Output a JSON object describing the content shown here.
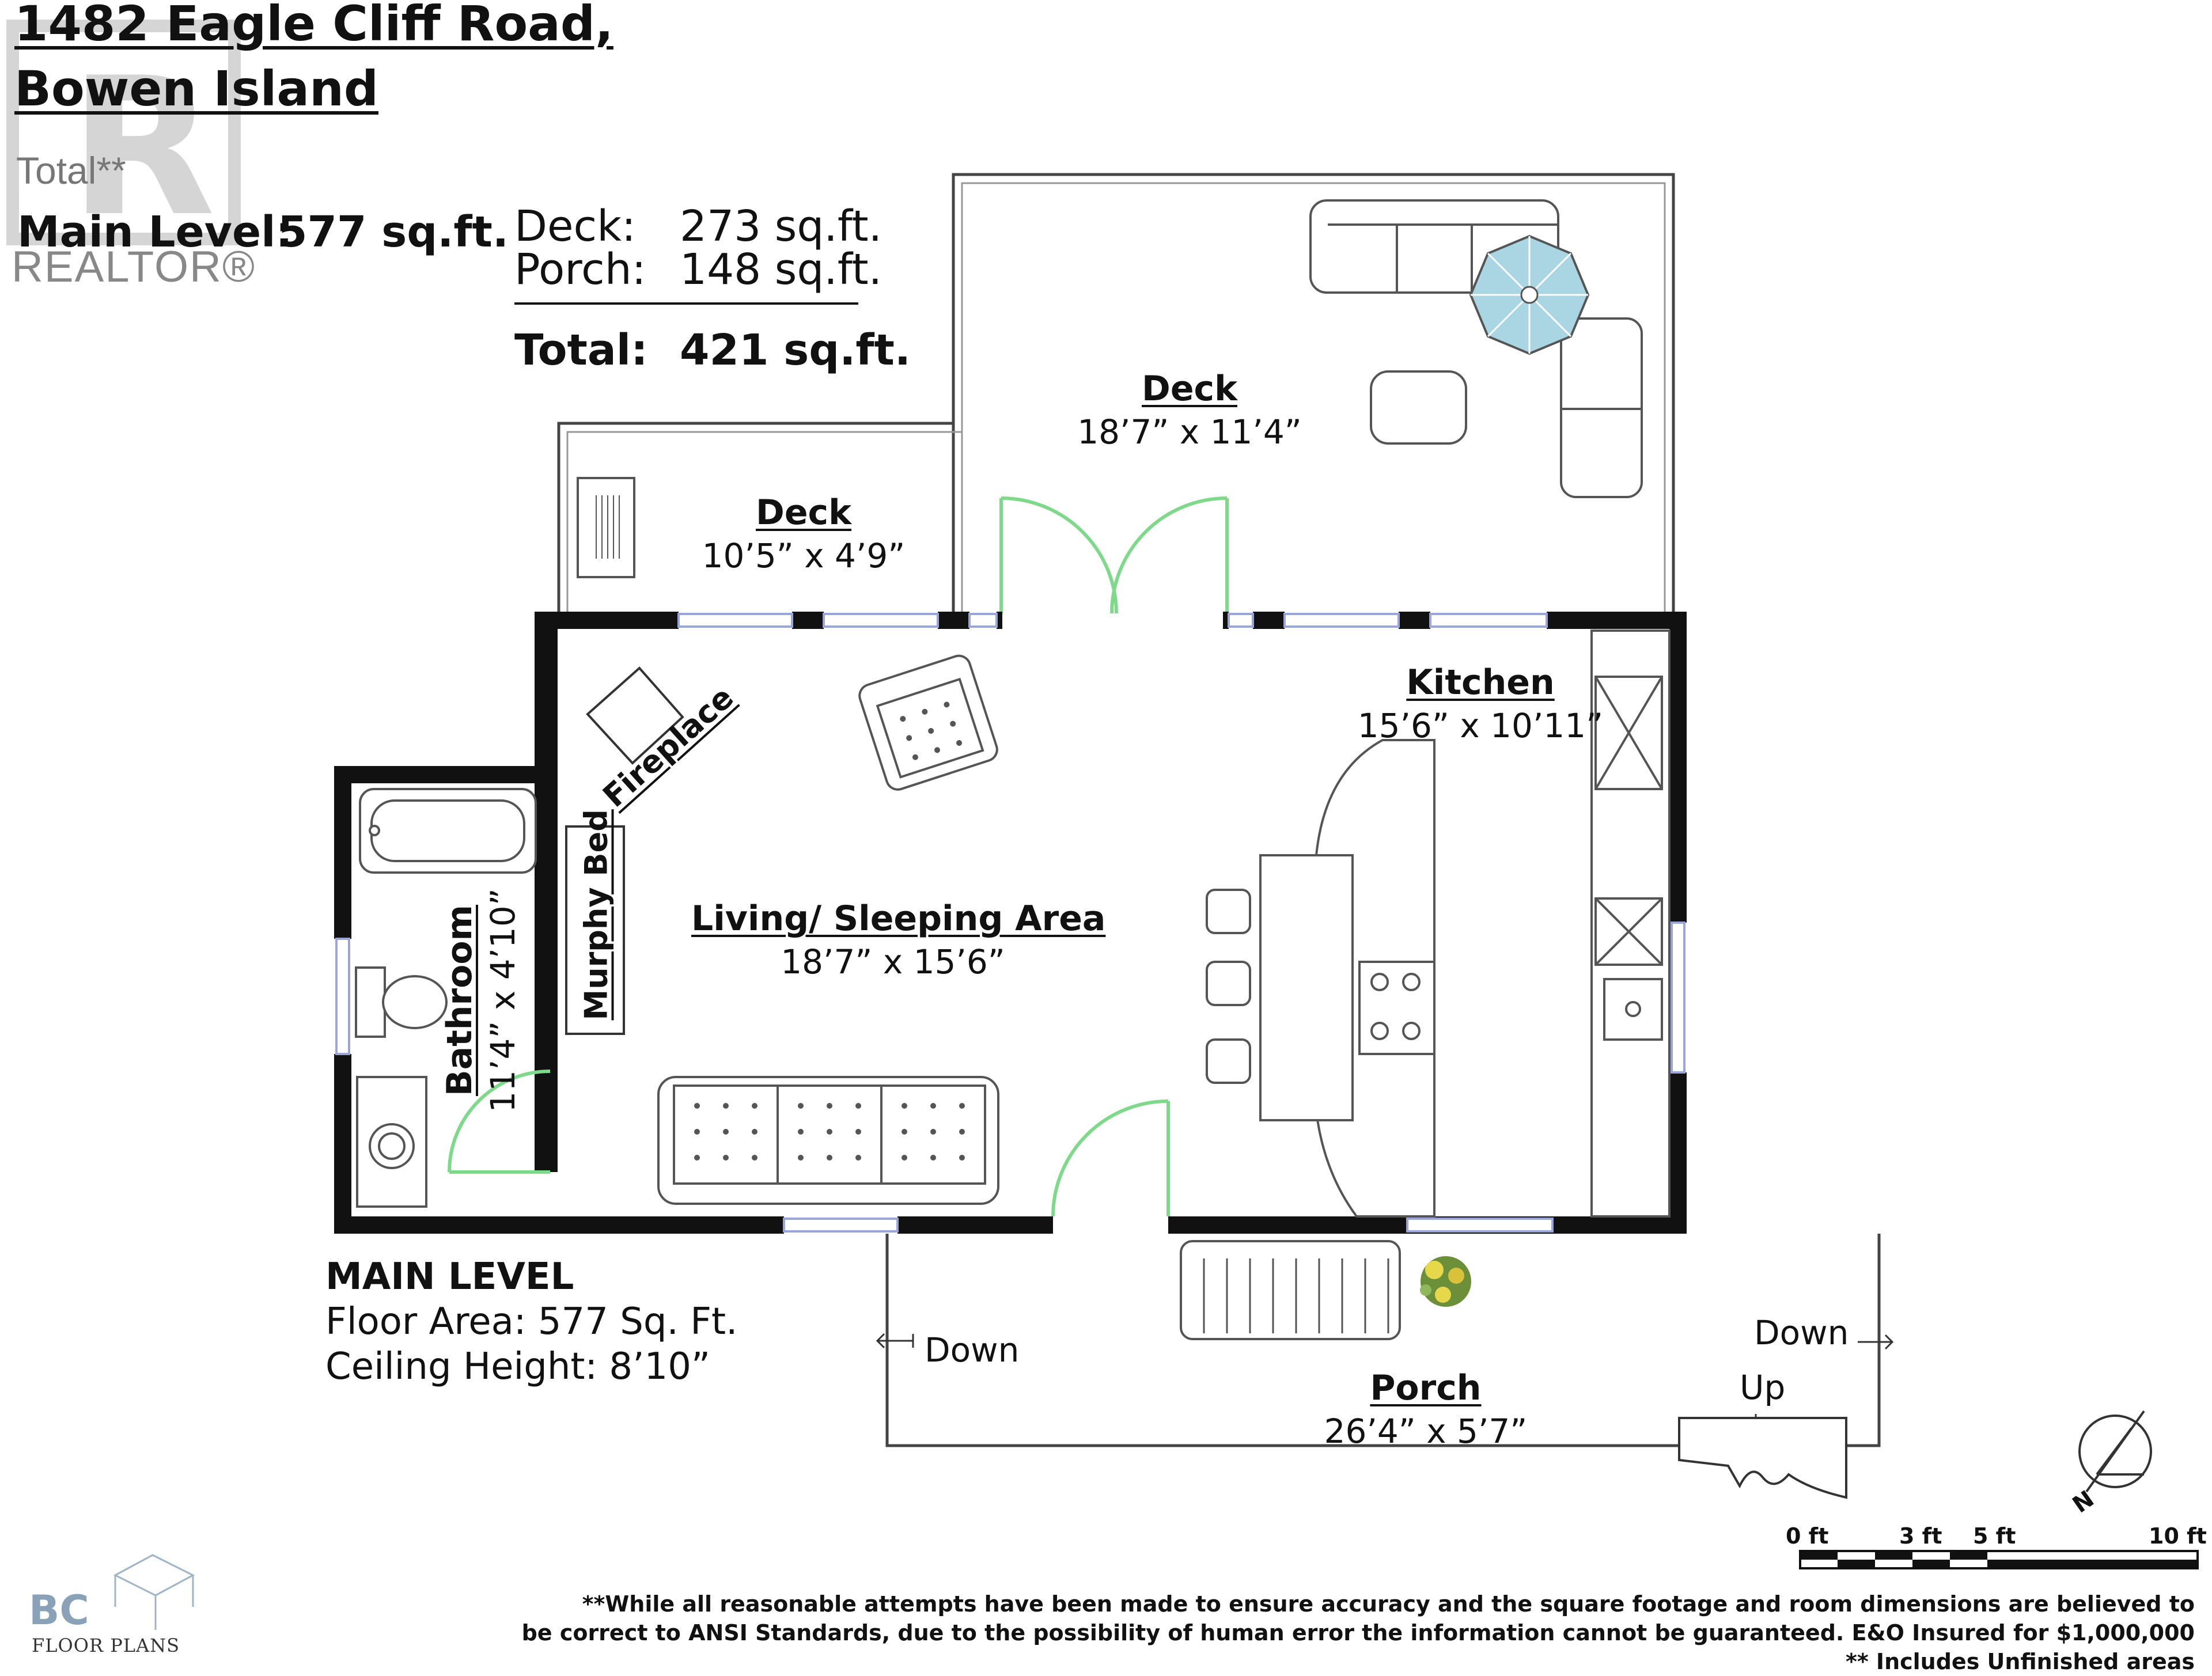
{
  "address": {
    "line1": "1482 Eagle Cliff Road,",
    "line2": "Bowen Island"
  },
  "watermark": {
    "total": "Total**",
    "realtor": "REALTOR®"
  },
  "areas": {
    "main_level_label": "Main Level:",
    "main_level_value": "577 sq.ft.",
    "deck_label": "Deck:",
    "deck_value": "273 sq.ft.",
    "porch_label": "Porch:",
    "porch_value": "148 sq.ft.",
    "total_label": "Total:",
    "total_value": "421 sq.ft."
  },
  "rooms": {
    "deck_upper": {
      "name": "Deck",
      "dims": "18’7” x 11’4”"
    },
    "deck_lower": {
      "name": "Deck",
      "dims": "10’5” x 4’9”"
    },
    "kitchen": {
      "name": "Kitchen",
      "dims": "15’6” x 10’11”"
    },
    "living": {
      "name": "Living/ Sleeping Area",
      "dims": "18’7” x 15’6”"
    },
    "bathroom": {
      "name": "Bathroom",
      "dims": "11’4” x 4’10”"
    },
    "porch": {
      "name": "Porch",
      "dims": "26’4” x 5’7”"
    }
  },
  "labels": {
    "fireplace": "Fireplace",
    "murphy_bed": "Murphy Bed",
    "down_left": "Down",
    "down_right": "Down",
    "up": "Up",
    "north": "N"
  },
  "main_level": {
    "title": "MAIN LEVEL",
    "floor_area": "Floor Area: 577 Sq. Ft.",
    "ceiling_height": "Ceiling Height: 8’10”"
  },
  "scale": {
    "t0": "0 ft",
    "t3": "3 ft",
    "t5": "5 ft",
    "t10": "10 ft"
  },
  "disclaimer": {
    "line1": "**While all reasonable attempts have been made to ensure accuracy and the square footage and room dimensions are believed to",
    "line2": "be correct to ANSI Standards, due to the possibility of human error the information cannot be guaranteed. E&O Insured for $1,000,000",
    "line3": "** Includes Unfinished areas"
  },
  "logo": {
    "bc": "BC",
    "fp": "FLOOR PLANS"
  },
  "colors": {
    "wall": "#111111",
    "door": "#7ed98a",
    "window": "#9aa6d8",
    "table": "#a9d6e2"
  }
}
